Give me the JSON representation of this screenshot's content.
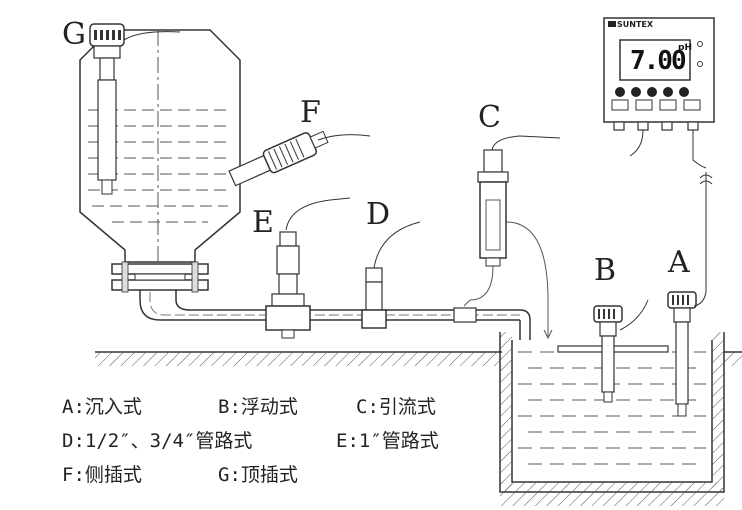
{
  "labels": {
    "A": "A",
    "B": "B",
    "C": "C",
    "D": "D",
    "E": "E",
    "F": "F",
    "G": "G"
  },
  "meter": {
    "brand": "SUNTEX",
    "reading": "7.00",
    "unit": "pH"
  },
  "legend": {
    "line1_a": "A:沉入式",
    "line1_b": "B:浮动式",
    "line1_c": "C:引流式",
    "line2_d": "D:1/2″、3/4″管路式",
    "line2_e": "E:1″管路式",
    "line3_f": "F:侧插式",
    "line3_g": "G:顶插式"
  }
}
